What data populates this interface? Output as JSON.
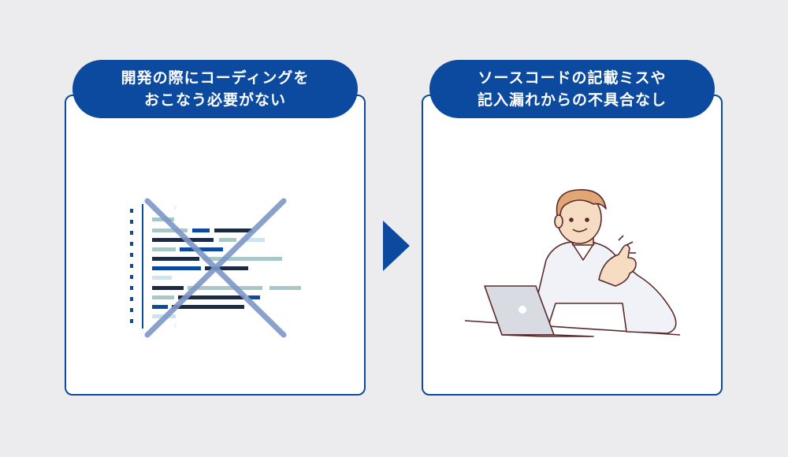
{
  "left_card": {
    "title_line1": "開発の際にコーディングを",
    "title_line2": "おこなう必要がない",
    "illustration": "code-crossed-out"
  },
  "right_card": {
    "title_line1": "ソースコードの記載ミスや",
    "title_line2": "記入漏れからの不具合なし",
    "illustration": "man-laptop-thumbs-up"
  },
  "arrow": {
    "icon": "right-arrow-icon"
  },
  "colors": {
    "primary": "#0c4aa0",
    "background": "#ececee",
    "code_dark": "#1c2b45",
    "code_teal": "#a8c8c8",
    "code_light": "#cfe3ee",
    "cross": "#7d97c7"
  }
}
